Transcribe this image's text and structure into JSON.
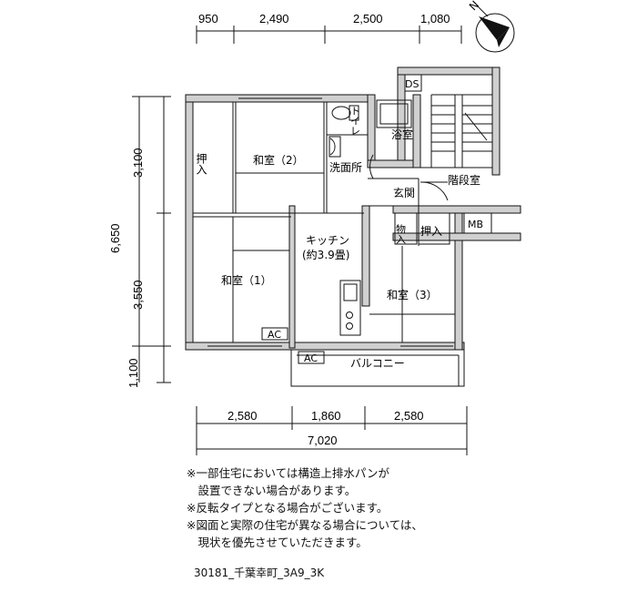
{
  "top_dims": [
    "950",
    "2,490",
    "2,500",
    "1,080"
  ],
  "left_dims": [
    "3,100",
    "6,650",
    "3,550",
    "1,100"
  ],
  "bottom_dims": [
    "2,580",
    "1,860",
    "2,580"
  ],
  "bottom_total": "7,020",
  "rooms": {
    "washitsu2": "和室（2）",
    "washitsu1": "和室（1）",
    "washitsu3": "和室（3）",
    "oshiire_left": "押入",
    "oshiire_mid": "押入",
    "monoire": "物入",
    "toilet": "トイレ",
    "bath": "浴室",
    "senmenjo": "洗面所",
    "genkan": "玄関",
    "kaidanshitsu": "階段室",
    "kitchen_line1": "キッチン",
    "kitchen_line2": "(約3.9畳)",
    "balcony": "バルコニー",
    "ds": "DS",
    "mb": "MB",
    "ac1": "AC",
    "ac2": "AC"
  },
  "notes": [
    "※一部住宅においては構造上排水パンが",
    "　設置できない場合があります。",
    "※反転タイプとなる場合がございます。",
    "※図面と実際の住宅が異なる場合については、",
    "　現状を優先させていただきます。"
  ],
  "code": "30181_千葉幸町_3A9_3K",
  "compass_icon": "north-arrow-icon"
}
